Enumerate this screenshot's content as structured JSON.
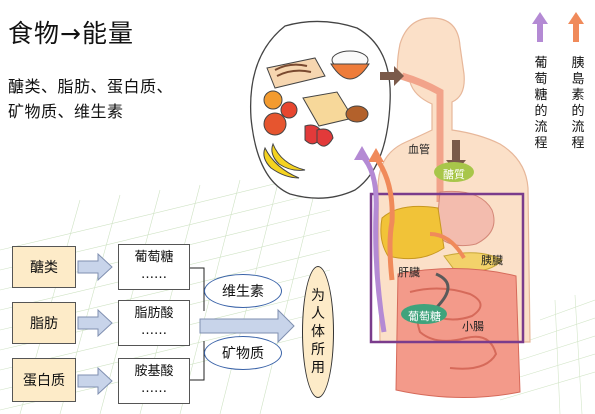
{
  "title": "食物→能量",
  "nutrients": [
    "醣类、脂肪、蛋白质、",
    "矿物质、维生素"
  ],
  "left_boxes": [
    "醣类",
    "脂肪",
    "蛋白质"
  ],
  "product_boxes": [
    {
      "name": "葡萄糖",
      "more": "……"
    },
    {
      "name": "脂肪酸",
      "more": "……"
    },
    {
      "name": "胺基酸",
      "more": "……"
    }
  ],
  "ovals": [
    "维生素",
    "矿物质"
  ],
  "use_label": [
    "为",
    "人",
    "体",
    "所",
    "用"
  ],
  "organs": {
    "blood_vessel": "血管",
    "sugar": "醣質",
    "liver": "肝臟",
    "pancreas": "胰臟",
    "glucose": "葡萄糖",
    "small_intestine": "小腸"
  },
  "legend": {
    "glucose_flow": "葡萄糖的流程",
    "insulin_flow": "胰島素的流程"
  },
  "colors": {
    "box_fill": "#fdebc8",
    "arrow_fill": "#c8d4ea",
    "glucose_arrow": "#b48ad4",
    "insulin_arrow": "#f08a5a",
    "body_fill": "#fbe0c8",
    "organ_frame": "#7a3c8c"
  }
}
